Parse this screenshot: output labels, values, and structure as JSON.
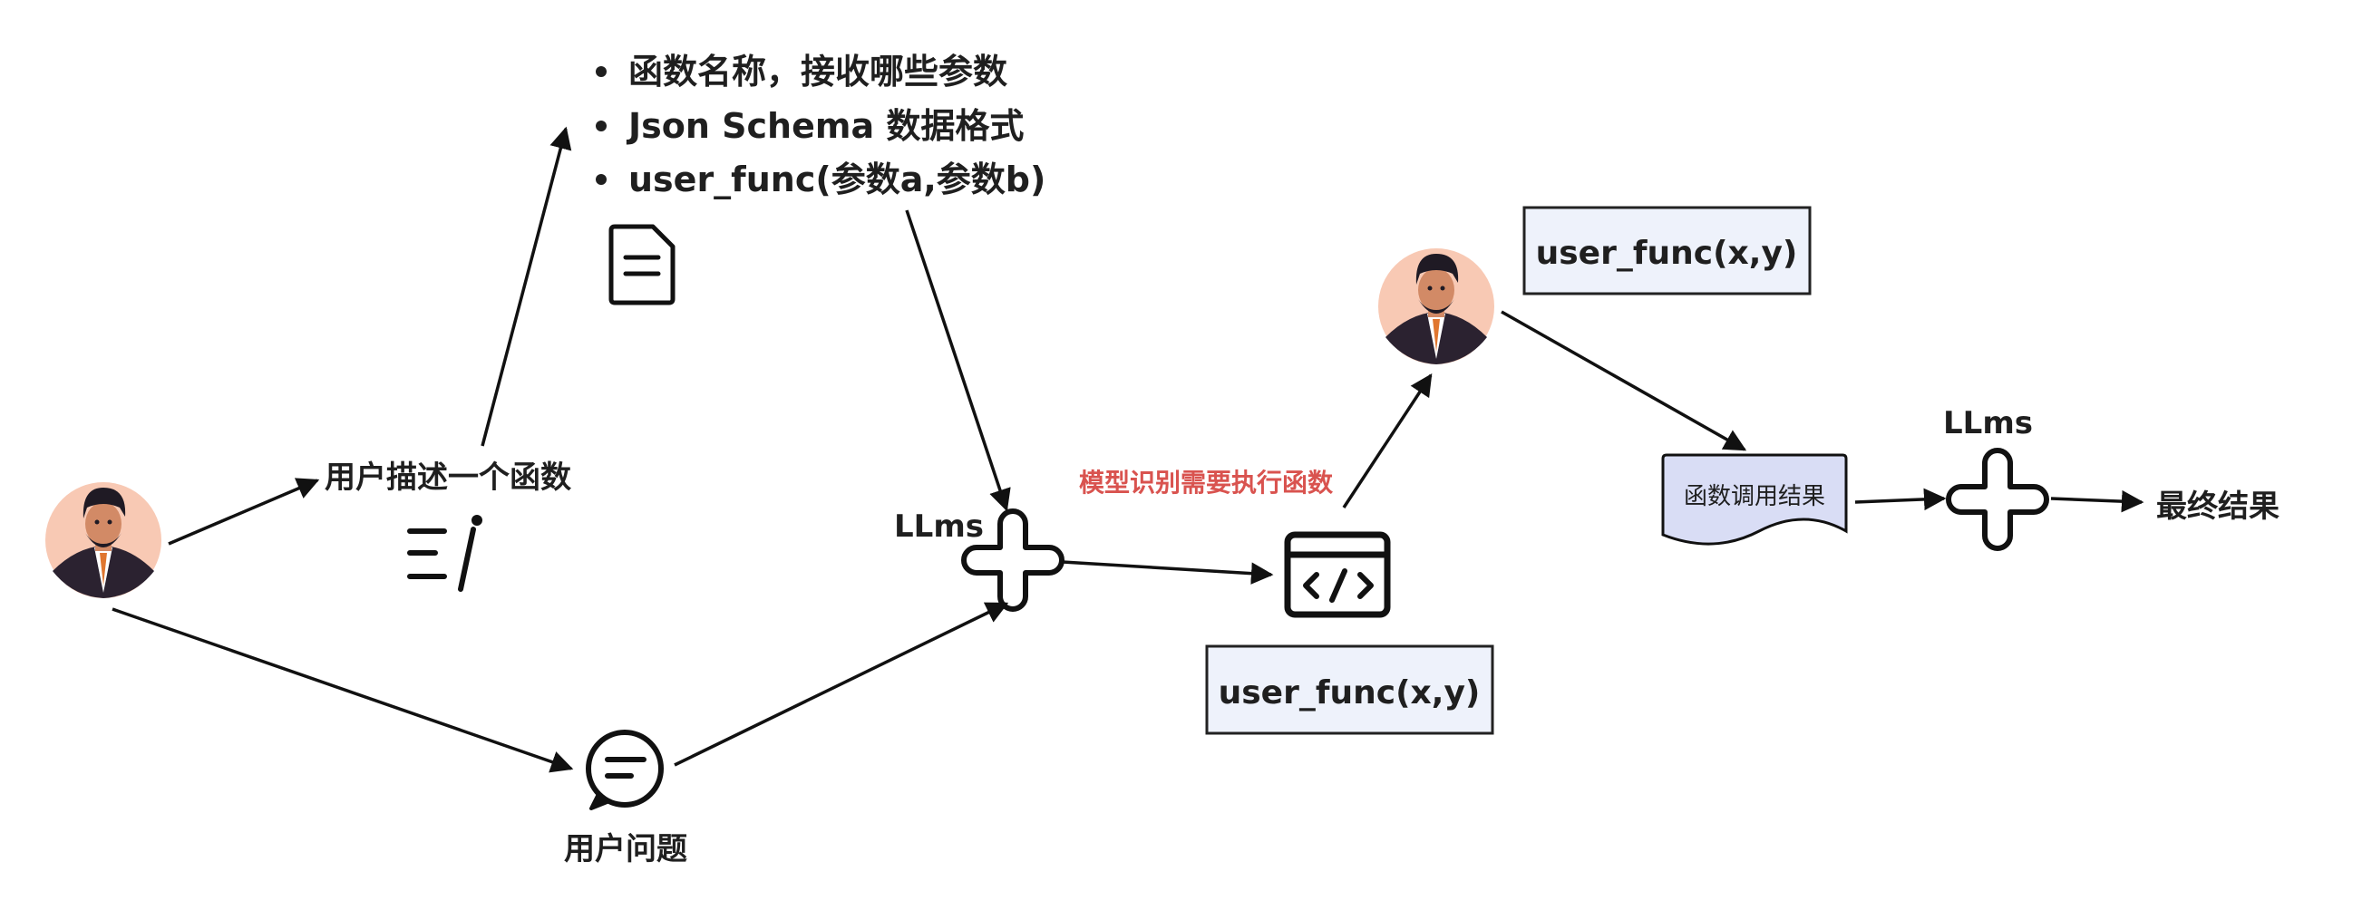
{
  "diagram": {
    "bullets": [
      "函数名称，接收哪些参数",
      "Json Schema 数据格式",
      "user_func(参数a,参数b)"
    ],
    "describe_label": "用户描述一个函数",
    "question_label": "用户问题",
    "llms_label_1": "LLms",
    "llms_label_2": "LLms",
    "recognize_label": "模型识别需要执行函数",
    "code_box_bottom": "user_func(x,y)",
    "code_box_top": "user_func(x,y)",
    "doc_label": "函数调用结果",
    "final_label": "最终结果"
  },
  "colors": {
    "accent_red": "#d9534f",
    "box_fill": "#eef2fb",
    "doc_fill": "#d9ddf5",
    "avatar_bg": "#f8c9b4"
  }
}
